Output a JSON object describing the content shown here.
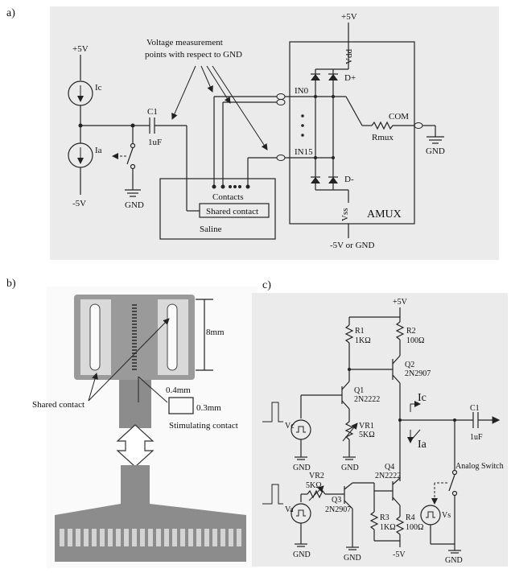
{
  "panel_a": {
    "label": "a)",
    "supply_pos_left": "+5V",
    "supply_neg_left": "-5V",
    "src_ic": "Ic",
    "src_ia": "Ia",
    "gnd_left": "GND",
    "c1_name": "C1",
    "c1_value": "1uF",
    "annotation_line1": "Voltage measurement",
    "annotation_line2": "points with respect to GND",
    "saline_label": "Saline",
    "contacts_label": "Contacts",
    "shared_contact_label": "Shared contact",
    "vdd_top": "+5V",
    "vdd_label": "Vdd",
    "vss_label": "Vss",
    "vss_bottom": "-5V or GND",
    "in0_label": "IN0",
    "in15_label": "IN15",
    "dplus_label": "D+",
    "dminus_label": "D-",
    "rmux_label": "Rmux",
    "com_label": "COM",
    "gnd_right": "GND",
    "amux_label": "AMUX"
  },
  "panel_b": {
    "label": "b)",
    "dim_8mm": "8mm",
    "dim_04mm": "0.4mm",
    "dim_03mm": "0.3mm",
    "shared_contact": "Shared contact",
    "stimulating_contact": "Stimulating contact"
  },
  "panel_c": {
    "label": "c)",
    "vcc": "+5V",
    "vee": "-5V",
    "r1_name": "R1",
    "r1_value": "1KΩ",
    "r2_name": "R2",
    "r2_value": "100Ω",
    "q1_name": "Q1",
    "q1_part": "2N2222",
    "q2_name": "Q2",
    "q2_part": "2N2907",
    "q3_name": "Q3",
    "q3_part": "2N2907",
    "q4_name": "Q4",
    "q4_part": "2N2222",
    "vr1_name": "VR1",
    "vr1_value": "5KΩ",
    "vr2_name": "VR2",
    "vr2_value": "5KΩ",
    "r3_name": "R3",
    "r3_value": "1KΩ",
    "r4_name": "R4",
    "r4_value": "100Ω",
    "vc_label": "Vc",
    "va_label": "Va",
    "vs_label": "Vs",
    "ic_label": "Ic",
    "ia_label": "Ia",
    "c1_name": "C1",
    "c1_value": "1uF",
    "analog_switch": "Analog Switch",
    "gnd": "GND"
  }
}
